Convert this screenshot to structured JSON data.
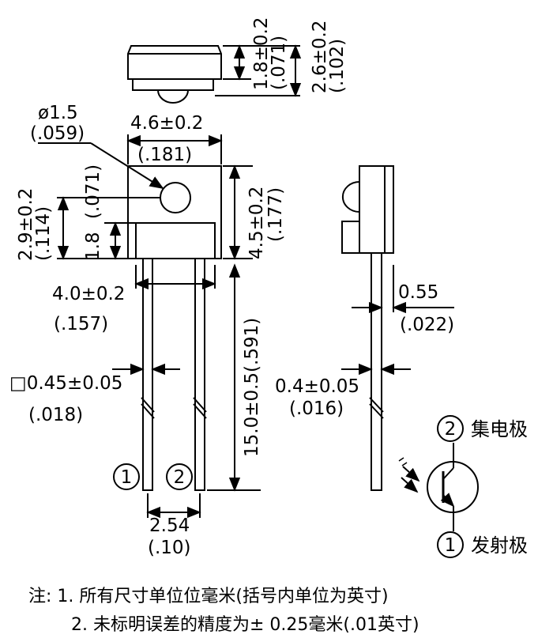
{
  "top_view": {
    "height_body": "1.8±0.2",
    "height_body_inch": "(.071)",
    "height_total": "2.6±0.2",
    "height_total_inch": "(.102)"
  },
  "front_view": {
    "lens_dia": "ø1.5",
    "lens_dia_inch": "(.059)",
    "width": "4.6±0.2",
    "width_inch": "(.181)",
    "lens_height": "2.9±0.2",
    "lens_height_inch": "(.114)",
    "base_height": "1.8",
    "base_height_inch": "(.071)",
    "body_height": "4.5±0.2",
    "body_height_inch": "(.177)",
    "lead_span": "4.0±0.2",
    "lead_span_inch": "(.157)",
    "lead_width": "□0.45±0.05",
    "lead_width_inch": "(.018)",
    "lead_length": "15.0±0.5(.591)",
    "pitch": "2.54",
    "pitch_inch": "(.10)",
    "pin1": "1",
    "pin2": "2"
  },
  "side_view": {
    "lead_dim": "0.55",
    "lead_dim_inch": "(.022)",
    "lead_thick": "0.4±0.05",
    "lead_thick_inch": "(.016)"
  },
  "schematic": {
    "pin2_num": "2",
    "pin2_label": "集电极",
    "pin1_num": "1",
    "pin1_label": "发射极"
  },
  "notes": {
    "line1": "注: 1. 所有尺寸单位位毫米(括号内单位为英寸)",
    "line2": "2. 未标明误差的精度为± 0.25毫米(.01英寸)"
  }
}
